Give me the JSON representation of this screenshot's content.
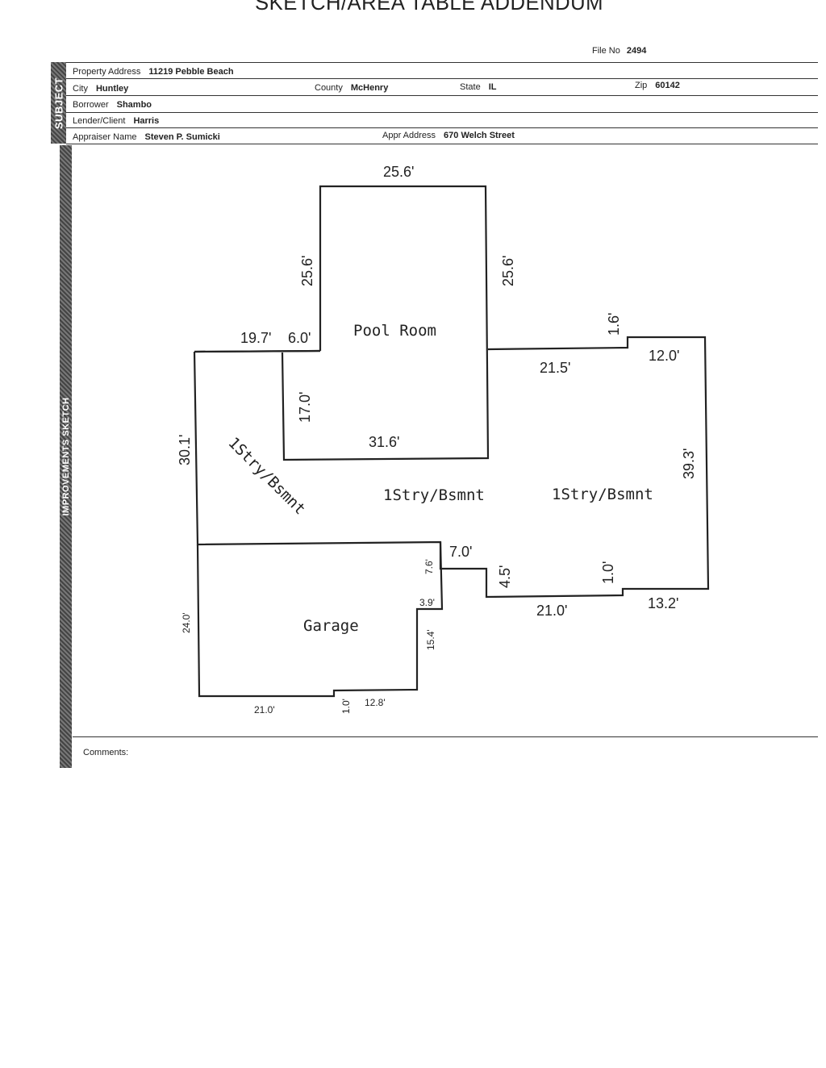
{
  "title": "SKETCH/AREA TABLE ADDENDUM",
  "file_no": {
    "label": "File No",
    "value": "2494"
  },
  "sections": {
    "subject": "SUBJECT",
    "sketch": "IMPROVEMENTS SKETCH"
  },
  "subject": {
    "property_address": {
      "label": "Property Address",
      "value": "11219 Pebble Beach"
    },
    "city": {
      "label": "City",
      "value": "Huntley"
    },
    "county": {
      "label": "County",
      "value": "McHenry"
    },
    "state": {
      "label": "State",
      "value": "IL"
    },
    "zip": {
      "label": "Zip",
      "value": "60142"
    },
    "borrower": {
      "label": "Borrower",
      "value": "Shambo"
    },
    "lender": {
      "label": "Lender/Client",
      "value": "Harris"
    },
    "appraiser": {
      "label": "Appraiser Name",
      "value": "Steven P. Sumicki"
    },
    "appr_address": {
      "label": "Appr Address",
      "value": "670 Welch Street"
    }
  },
  "sketch": {
    "areas": {
      "pool_room": "Pool Room",
      "stry_diag": "1Stry/Bsmnt",
      "stry_center": "1Stry/Bsmnt",
      "stry_right": "1Stry/Bsmnt",
      "garage": "Garage"
    },
    "dims": {
      "pool_top": "25.6'",
      "pool_left": "25.6'",
      "pool_right": "25.6'",
      "d19_7": "19.7'",
      "d6_0": "6.0'",
      "d17_0": "17.0'",
      "d31_6": "31.6'",
      "d1_6": "1.6'",
      "d21_5": "21.5'",
      "d12_0": "12.0'",
      "d39_3": "39.3'",
      "d30_1": "30.1'",
      "d7_0": "7.0'",
      "d7_6": "7.6'",
      "d4_5": "4.5'",
      "d1_0a": "1.0'",
      "d3_9": "3.9'",
      "d21_0a": "21.0'",
      "d13_2": "13.2'",
      "d24_0": "24.0'",
      "d15_4": "15.4'",
      "d21_0b": "21.0'",
      "d1_0b": "1.0'",
      "d12_8": "12.8'"
    }
  },
  "comments_label": "Comments:"
}
